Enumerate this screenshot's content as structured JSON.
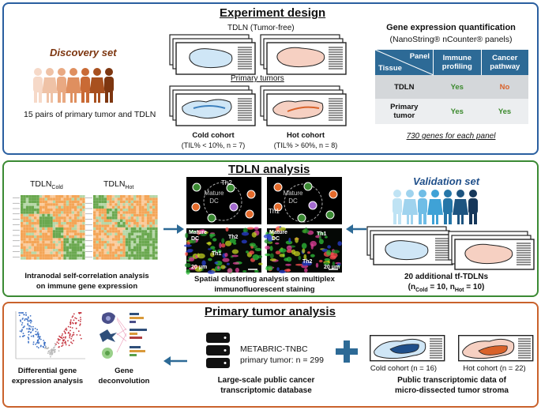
{
  "experiment": {
    "title": "Experiment design",
    "discovery_label": "Discovery set",
    "discovery_caption": "15 pairs of primary tumor and TDLN",
    "tdln_tf_label": "TDLN (Tumor-free)",
    "primary_label": "Primary tumors",
    "cold_title": "Cold cohort",
    "cold_sub": "(TIL% < 10%, n = 7)",
    "hot_title": "Hot cohort",
    "hot_sub": "(TIL% > 60%, n = 8)",
    "gq_title": "Gene expression quantification",
    "gq_sub": "(NanoString® nCounter® panels)",
    "table": {
      "corner_panel": "Panel",
      "corner_tissue": "Tissue",
      "col1_a": "Immune",
      "col1_b": "profiling",
      "col2_a": "Cancer",
      "col2_b": "pathway",
      "row1_label": "TDLN",
      "row1_v1": "Yes",
      "row1_v2": "No",
      "row2_label_a": "Primary",
      "row2_label_b": "tumor",
      "row2_v1": "Yes",
      "row2_v2": "Yes"
    },
    "genes_note": "730 genes for each panel"
  },
  "tdln_analysis": {
    "title": "TDLN analysis",
    "heatmap_cold_base": "TDLN",
    "heatmap_cold_sub": "Cold",
    "heatmap_hot_base": "TDLN",
    "heatmap_hot_sub": "Hot",
    "corr_caption_1": "Intranodal self-correlation analysis",
    "corr_caption_2": "on immune gene expression",
    "schematic_mature": "Mature",
    "schematic_dc": "DC",
    "schematic_th2": "Th2",
    "schematic_th1": "Th1",
    "micro_mature": "Mature",
    "micro_dc": "DC",
    "micro_th2": "Th2",
    "micro_th1": "Th1",
    "scale_bar": "20 μm",
    "spatial_caption_1": "Spatial clustering analysis on multiplex",
    "spatial_caption_2": "immunofluorescent staining",
    "validation_label": "Validation set",
    "validation_caption": "20 additional tf-TDLNs",
    "validation_n_open": "(n",
    "validation_cold_sub": "Cold",
    "validation_mid": " = 10, n",
    "validation_hot_sub": "Hot",
    "validation_close": " = 10)"
  },
  "primary_analysis": {
    "title": "Primary tumor analysis",
    "deg_caption_1": "Differential gene",
    "deg_caption_2": "expression analysis",
    "deconv_caption_1": "Gene",
    "deconv_caption_2": "deconvolution",
    "metabric_name": "METABRIC-TNBC",
    "metabric_n": "primary tumor: n = 299",
    "db_caption_1": "Large-scale public cancer",
    "db_caption_2": "transcriptomic database",
    "cold_cohort": "Cold cohort (n = 16)",
    "hot_cohort": "Hot cohort (n = 22)",
    "stroma_caption_1": "Public transcriptomic data of",
    "stroma_caption_2": "micro-dissected tumor stroma"
  },
  "colors": {
    "panel_blue": "#2a5fa0",
    "panel_green": "#3b8a33",
    "panel_orange": "#c9622c",
    "table_header": "#2d6a96",
    "cold_fill": "#cfe6f6",
    "hot_fill": "#f6d0c2",
    "yes_green": "#3c8a2e",
    "no_orange": "#d9622a"
  }
}
